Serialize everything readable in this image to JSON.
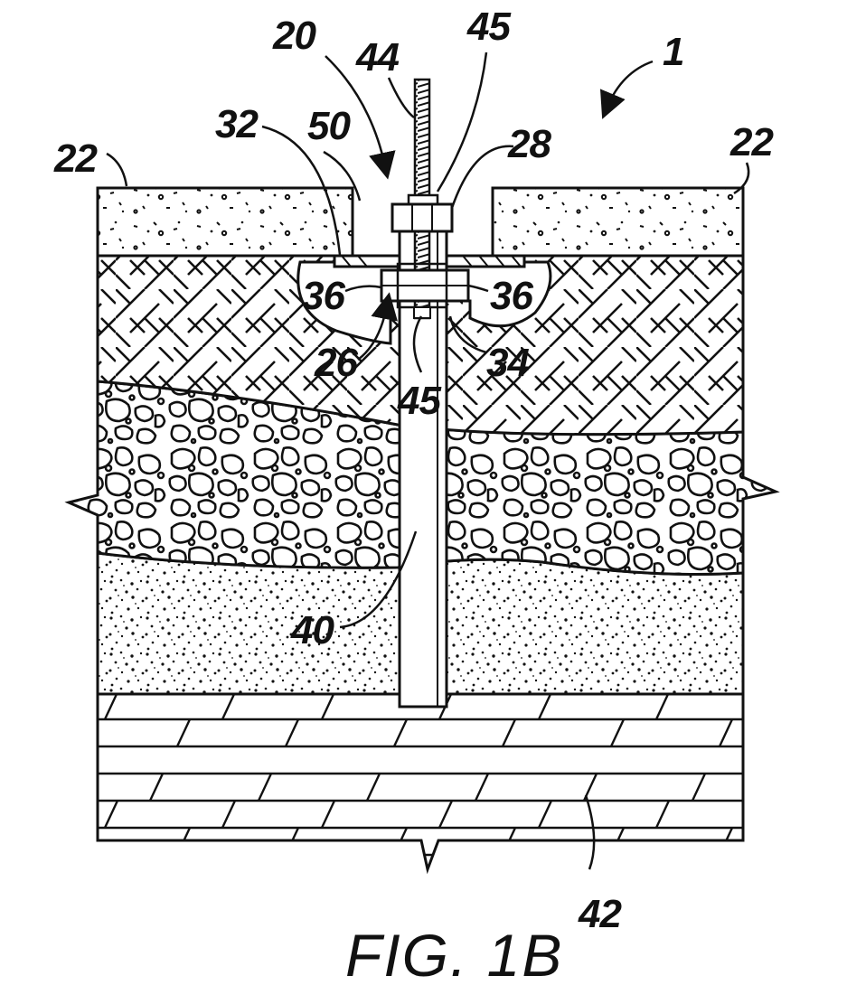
{
  "figure": {
    "caption": "FIG. 1B",
    "labels": {
      "ref_1": "1",
      "ref_20": "20",
      "ref_44": "44",
      "ref_45_top": "45",
      "ref_45_mid": "45",
      "ref_28": "28",
      "ref_22_left": "22",
      "ref_22_right": "22",
      "ref_32": "32",
      "ref_50": "50",
      "ref_36_left": "36",
      "ref_36_right": "36",
      "ref_26": "26",
      "ref_34": "34",
      "ref_40": "40",
      "ref_42": "42"
    },
    "colors": {
      "ink": "#111111",
      "paper": "#ffffff"
    }
  }
}
